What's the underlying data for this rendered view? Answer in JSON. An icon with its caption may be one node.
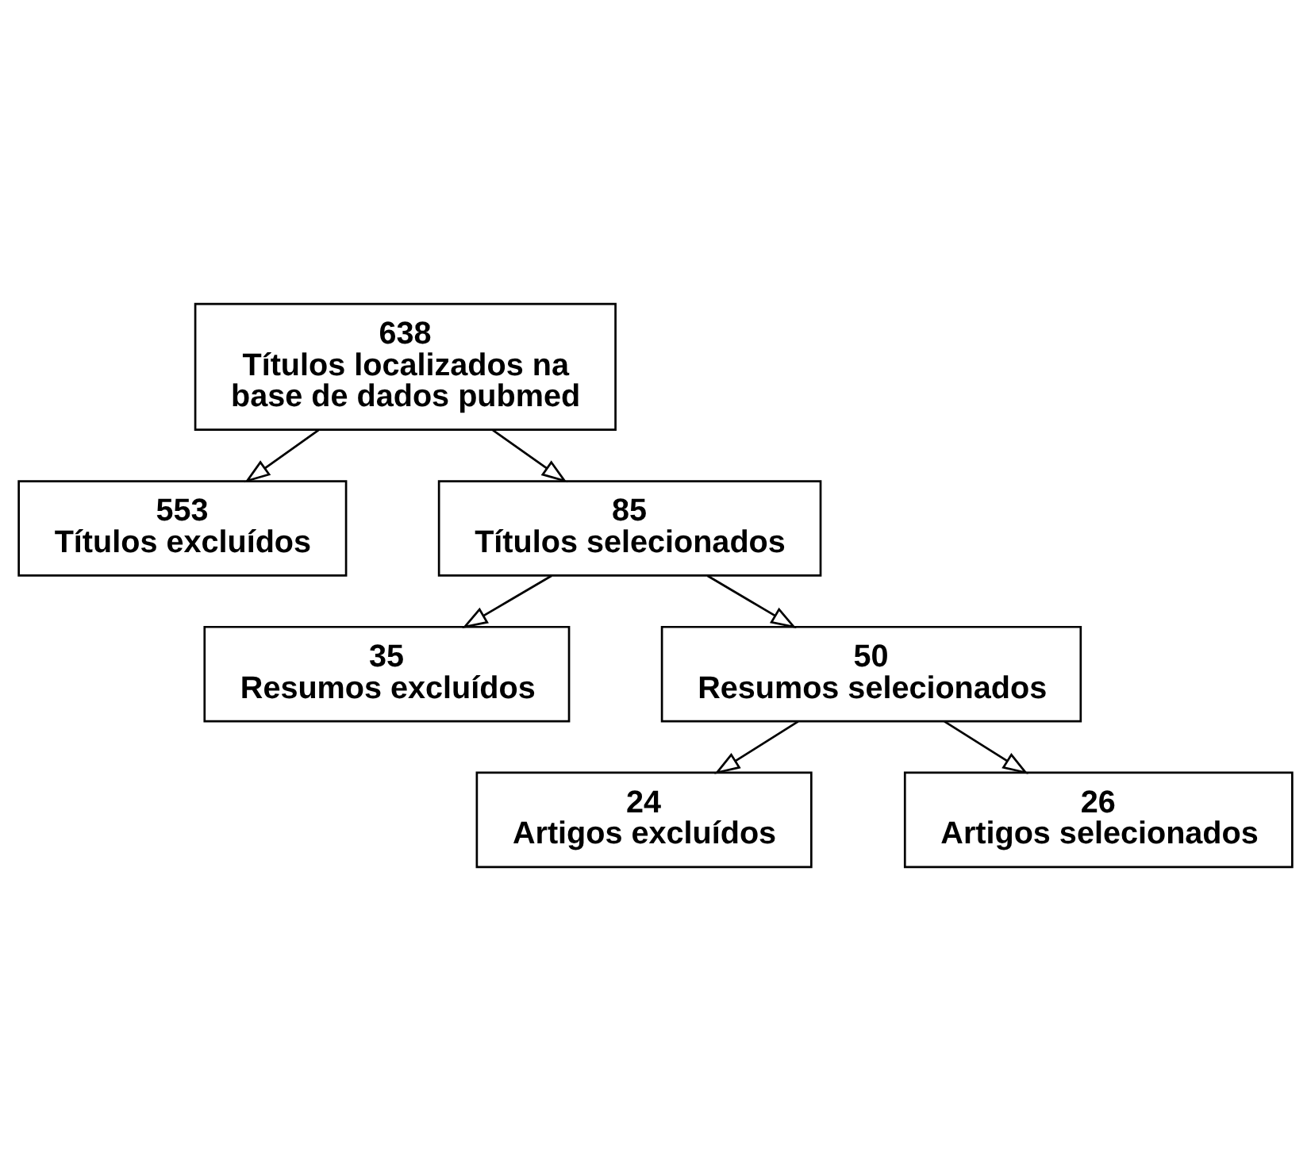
{
  "diagram": {
    "nodes": [
      {
        "text": [
          "638",
          "Títulos localizados na base de dados pubmed"
        ]
      },
      {
        "text": [
          "553",
          "Títulos excluídos"
        ]
      },
      {
        "text": [
          "85",
          "Títulos selecionados"
        ]
      },
      {
        "text": [
          "35",
          "Resumos excluídos"
        ]
      },
      {
        "text": [
          "50",
          "Resumos selecionados"
        ]
      },
      {
        "text": [
          "24",
          "Artigos excluídos"
        ]
      },
      {
        "text": [
          "26",
          "Artigos selecionados"
        ]
      }
    ],
    "edges": [
      {
        "from": 0,
        "to": 2,
        "arrow": "to"
      },
      {
        "from": 0,
        "to": 1,
        "arrow": "to"
      },
      {
        "from": 2,
        "to": 4,
        "arrow": "to"
      },
      {
        "from": 2,
        "to": 3,
        "arrow": "to"
      },
      {
        "from": 4,
        "to": 6,
        "arrow": "to"
      },
      {
        "from": 4,
        "to": 5,
        "arrow": "to"
      }
    ]
  }
}
